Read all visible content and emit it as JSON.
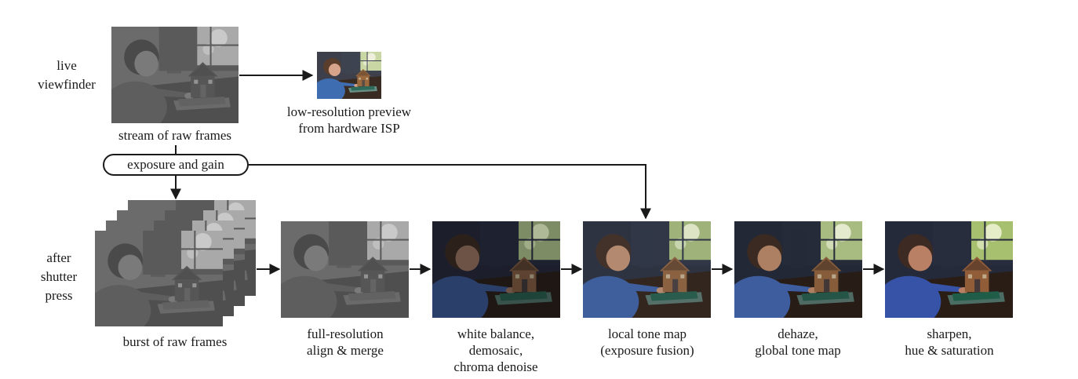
{
  "rows": {
    "live_label": [
      "live",
      "viewfinder"
    ],
    "shutter_label": [
      "after",
      "shutter",
      "press"
    ]
  },
  "captions": {
    "raw_stream": "stream of raw frames",
    "preview": [
      "low-resolution preview",
      "from hardware ISP"
    ],
    "burst": "burst of raw frames",
    "align_merge": [
      "full-resolution",
      "align & merge"
    ],
    "white_balance": [
      "white balance,",
      "demosaic,",
      "chroma denoise"
    ],
    "local_tone": [
      "local tone map",
      "(exposure fusion)"
    ],
    "dehaze": [
      "dehaze,",
      "global tone map"
    ],
    "sharpen": [
      "sharpen,",
      "hue & saturation"
    ]
  },
  "exposure_box": "exposure and gain",
  "image_styles": {
    "raw": "gray-dim",
    "preview": "color-bright",
    "white_balance": "color-dark",
    "local_tone": "color-normal",
    "dehaze": "color-contrast",
    "sharpen": "color-saturated"
  }
}
